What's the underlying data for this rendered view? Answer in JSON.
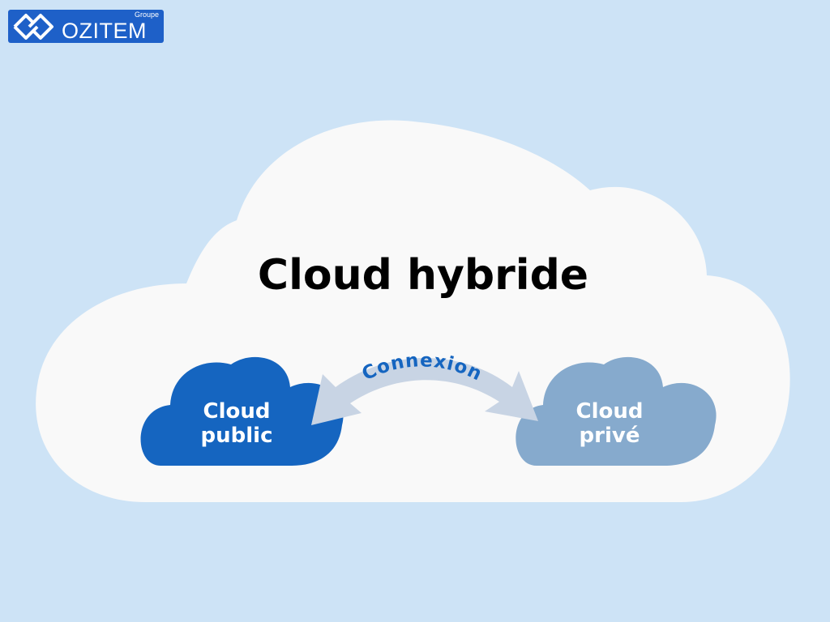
{
  "logo": {
    "group_label": "Groupe",
    "wordmark": "OZITEM"
  },
  "diagram": {
    "title": "Cloud hybride",
    "public_cloud": {
      "line1": "Cloud",
      "line2": "public"
    },
    "private_cloud": {
      "line1": "Cloud",
      "line2": "privé"
    },
    "connection_label": "Connexion"
  },
  "colors": {
    "background": "#cde3f6",
    "outer_cloud": "#f9f9f9",
    "public_cloud": "#1565c0",
    "private_cloud": "#86aacd",
    "arrow": "#c8d4e4",
    "connection_text": "#1565c0",
    "brand": "#1e60c8"
  },
  "icons": {
    "logo_mark": "ozitem-logo-mark-icon"
  }
}
